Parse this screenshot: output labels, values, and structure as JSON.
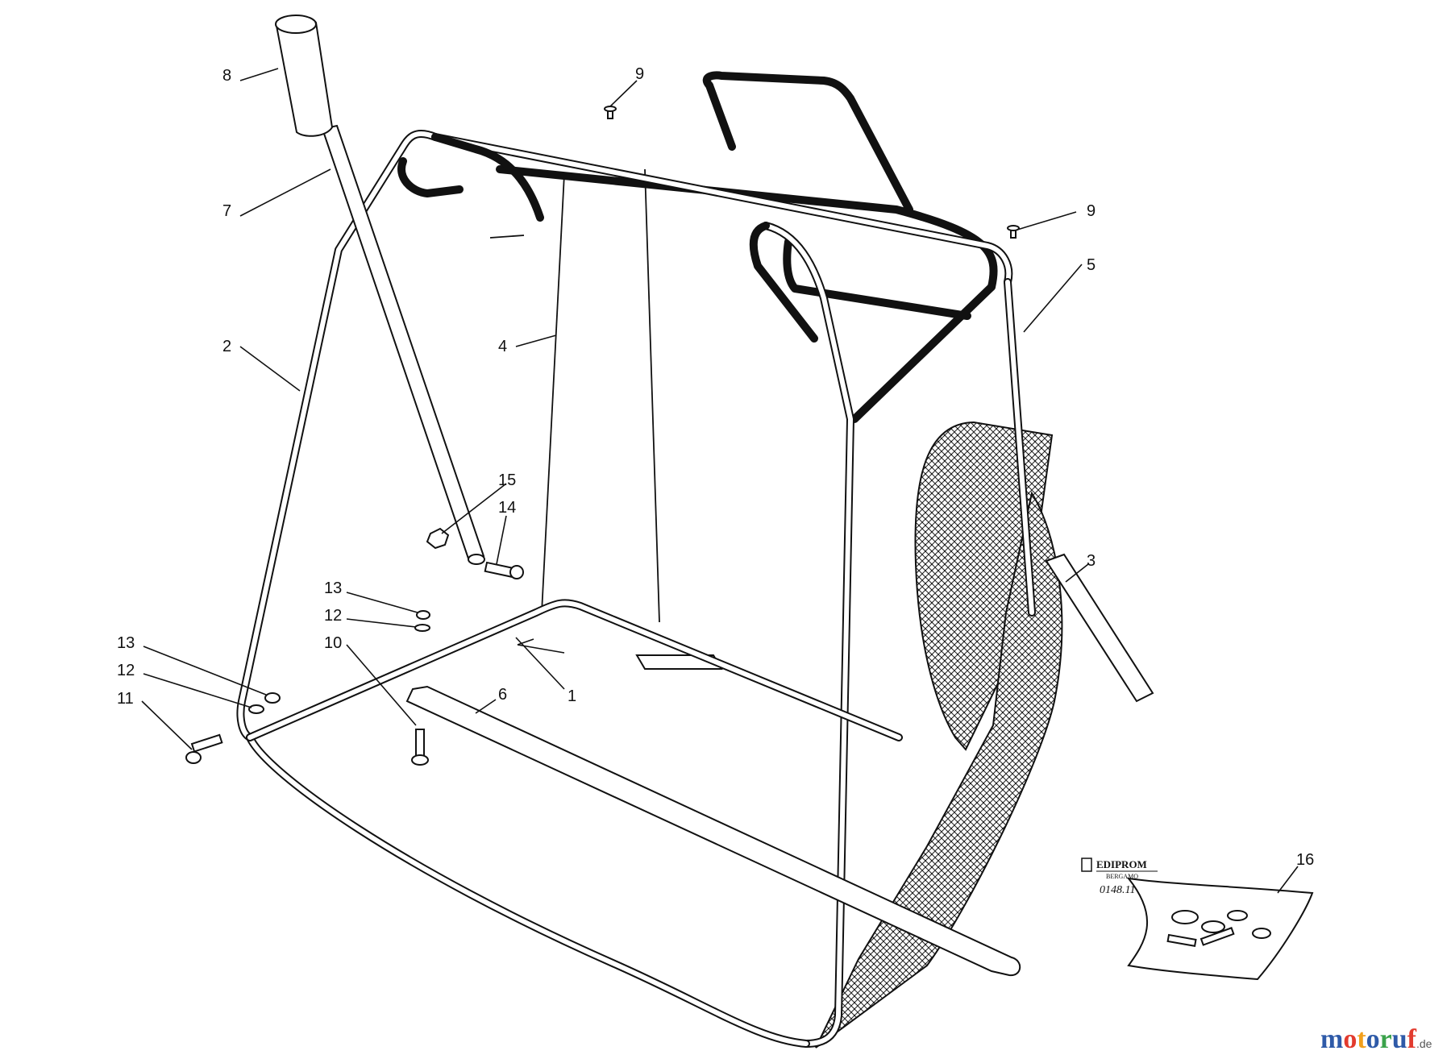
{
  "callouts": {
    "c1": "1",
    "c2": "2",
    "c3": "3",
    "c4": "4",
    "c5": "5",
    "c6": "6",
    "c7": "7",
    "c8": "8",
    "c9a": "9",
    "c9b": "9",
    "c10": "10",
    "c11": "11",
    "c12a": "12",
    "c12b": "12",
    "c13a": "13",
    "c13b": "13",
    "c14": "14",
    "c15": "15",
    "c16": "16"
  },
  "stamp": {
    "name": "EDIPROM",
    "city": "BERGAMO",
    "code": "0148.11"
  },
  "watermark": {
    "m": "m",
    "o1": "o",
    "t": "t",
    "o2": "o",
    "r": "r",
    "u": "u",
    "f": "f",
    "suffix": ".de",
    "colors": [
      "#2e5aa8",
      "#e23b2e",
      "#f2a01c",
      "#2e5aa8",
      "#3aa24b",
      "#2e5aa8",
      "#e23b2e"
    ]
  }
}
